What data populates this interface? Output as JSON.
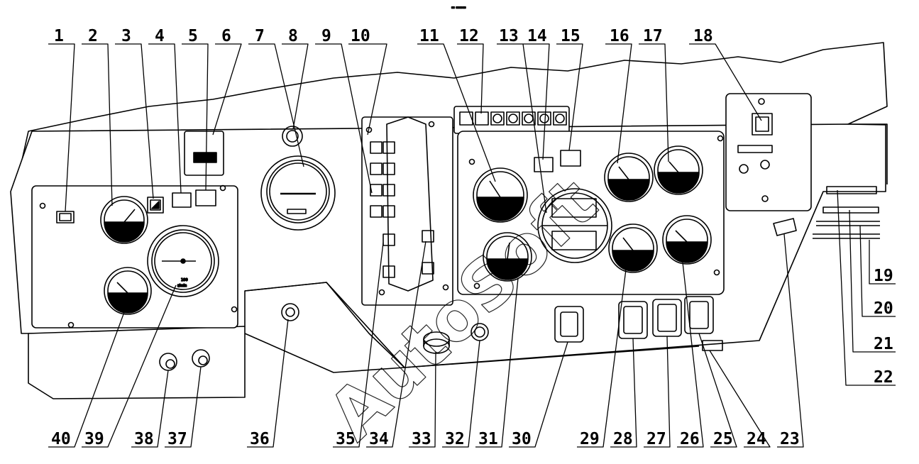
{
  "callouts": {
    "top": [
      "1",
      "2",
      "3",
      "4",
      "5",
      "6",
      "7",
      "8",
      "9",
      "10",
      "11",
      "12",
      "13",
      "14",
      "15",
      "16",
      "17",
      "18"
    ],
    "right": [
      "19",
      "20",
      "21",
      "22"
    ],
    "bottom": [
      "40",
      "39",
      "38",
      "37",
      "36",
      "35",
      "34",
      "33",
      "32",
      "31",
      "30",
      "29",
      "28",
      "27",
      "26",
      "25",
      "24",
      "23"
    ]
  },
  "gauge_text": {
    "tach_max": "100",
    "tach_unit": "r/min"
  },
  "watermark": "AutoSoft",
  "top_caption": "▭ ▭▭▭"
}
